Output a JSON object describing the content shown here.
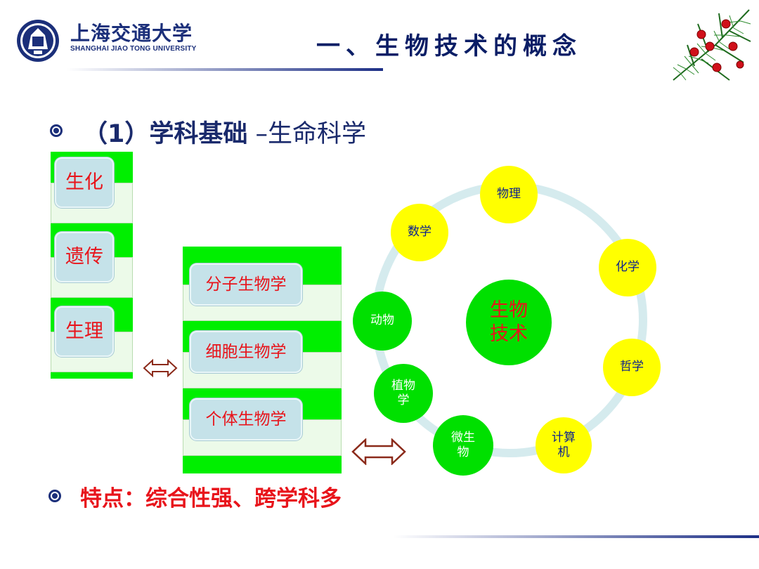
{
  "header": {
    "logo_cn": "上海交通大学",
    "logo_en": "SHANGHAI JIAO TONG UNIVERSITY",
    "title": "一、生物技术的概念"
  },
  "section": {
    "heading_bold": "（1）学科基础",
    "heading_rest": "–生命科学"
  },
  "left_column": [
    "生化",
    "遗传",
    "生理"
  ],
  "middle_column": [
    "分子生物学",
    "细胞生物学",
    "个体生物学"
  ],
  "cycle": {
    "center": [
      "生物",
      "技术"
    ],
    "nodes": [
      {
        "label": "物理",
        "color": "yellow"
      },
      {
        "label": "化学",
        "color": "yellow"
      },
      {
        "label": "哲学",
        "color": "yellow"
      },
      {
        "label": "计算\n机",
        "color": "yellow"
      },
      {
        "label": "微生\n物",
        "color": "green"
      },
      {
        "label": "植物\n学",
        "color": "green"
      },
      {
        "label": "动物",
        "color": "green"
      },
      {
        "label": "数学",
        "color": "yellow"
      }
    ]
  },
  "feature": "特点：综合性强、跨学科多",
  "colors": {
    "accent_red": "#e8141b",
    "navy": "#0b1e66",
    "bright_green": "#00ef00",
    "yellow": "#ffff00"
  }
}
